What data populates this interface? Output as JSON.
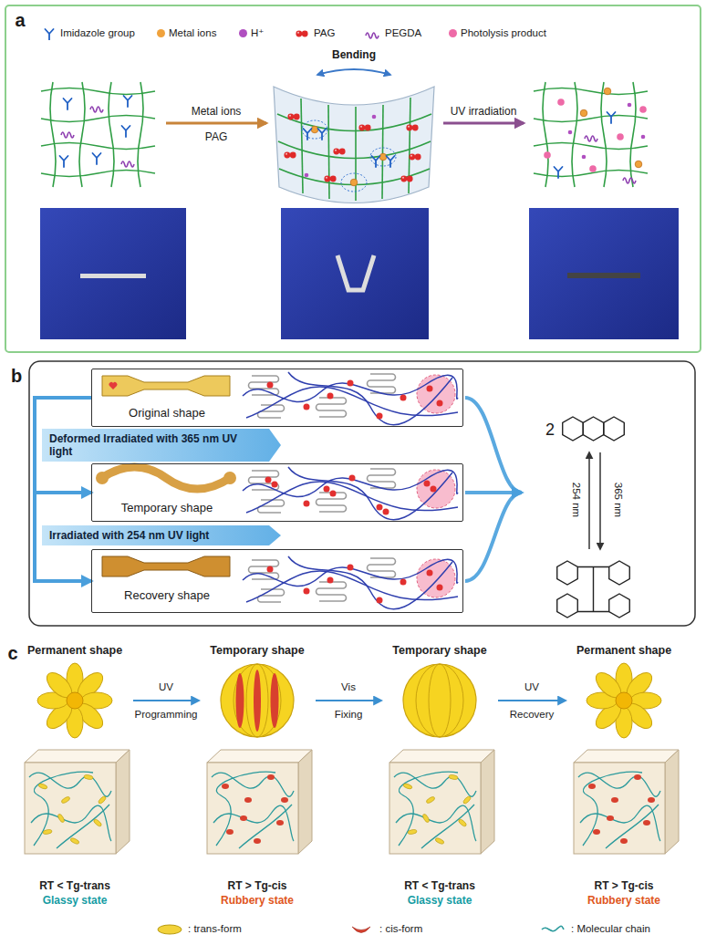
{
  "diagram": {
    "nodes": [
      {
        "text": [
          "Original shape"
        ]
      },
      {
        "text": [
          "Deformed Irradiated with 365 nm UV light"
        ]
      },
      {
        "text": [
          "Temporary shape"
        ]
      },
      {
        "text": [
          "Irradiated with 254 nm UV light"
        ]
      },
      {
        "text": [
          "Recovery shape"
        ]
      },
      {
        "text": [
          "Permanent shape",
          "RT < Tg-trans",
          "Glassy state"
        ]
      },
      {
        "text": [
          "Temporary shape",
          "RT > Tg-cis",
          "Rubbery state"
        ]
      },
      {
        "text": [
          "Temporary shape",
          "RT < Tg-trans",
          "Glassy state"
        ]
      },
      {
        "text": [
          "Permanent shape",
          "RT > Tg-cis",
          "Rubbery state"
        ]
      }
    ],
    "edges": [
      {
        "from": 0,
        "to": 2,
        "arrow": "to"
      },
      {
        "from": 2,
        "to": 4,
        "arrow": "to"
      },
      {
        "from": 5,
        "to": 6,
        "arrow": "to"
      },
      {
        "from": 6,
        "to": 7,
        "arrow": "to"
      },
      {
        "from": 7,
        "to": 8,
        "arrow": "to"
      }
    ],
    "labels": [
      "a",
      "Bending",
      "Metal ions",
      "PAG",
      "UV irradiation",
      "b",
      "2",
      "365 nm",
      "254 nm",
      "c",
      "UV",
      "Programming",
      "Vis",
      "Fixing",
      "UV",
      "Recovery"
    ],
    "legend": [
      {
        "text": "Imidazole group"
      },
      {
        "text": "Metal ions",
        "color": "#f0a23c"
      },
      {
        "text": "H⁺",
        "color": "#b04fc0"
      },
      {
        "text": "PAG"
      },
      {
        "text": "PEGDA"
      },
      {
        "text": "Photolysis product",
        "color": "#ee6aa7"
      },
      {
        "text": ": trans-form"
      },
      {
        "text": ": cis-form"
      },
      {
        "text": ": Molecular chain"
      }
    ]
  }
}
